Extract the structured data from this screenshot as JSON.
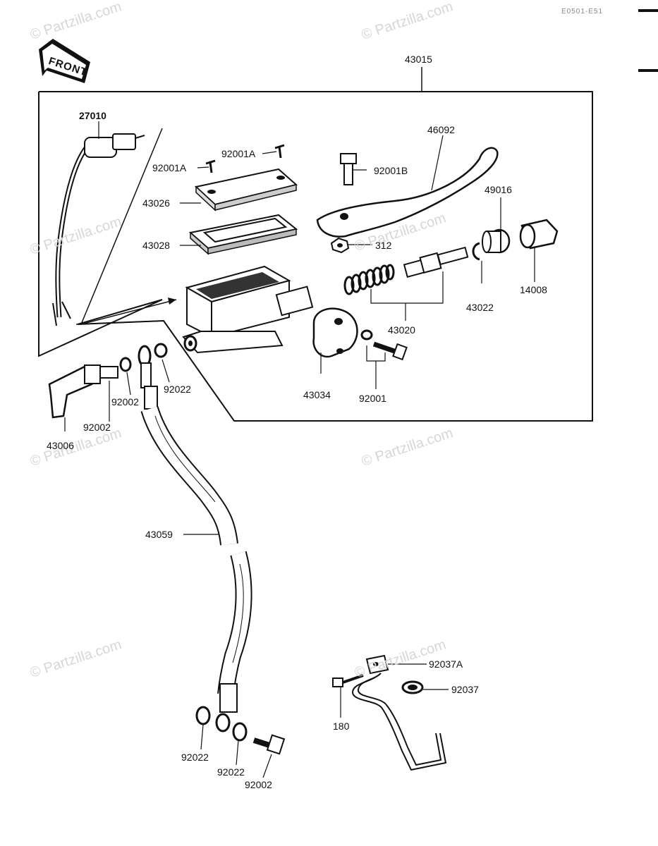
{
  "header": {
    "front_label": "FRONT",
    "diagram_code": "E0501-E51"
  },
  "watermark": {
    "text": "© Partzilla.com"
  },
  "parts": {
    "p43015": "43015",
    "p27010": "27010",
    "p92001A_1": "92001A",
    "p92001A_2": "92001A",
    "p92001B": "92001B",
    "p46092": "46092",
    "p43026": "43026",
    "p43028": "43028",
    "p312": "312",
    "p49016": "49016",
    "p14008": "14008",
    "p43022": "43022",
    "p43020": "43020",
    "p43034": "43034",
    "p92001": "92001",
    "p92022_a": "92022",
    "p92002_a": "92002",
    "p92002_b": "92002",
    "p43006": "43006",
    "p43059": "43059",
    "p92037A": "92037A",
    "p92037": "92037",
    "p180": "180",
    "p92022_b": "92022",
    "p92022_c": "92022",
    "p92002_c": "92002"
  }
}
